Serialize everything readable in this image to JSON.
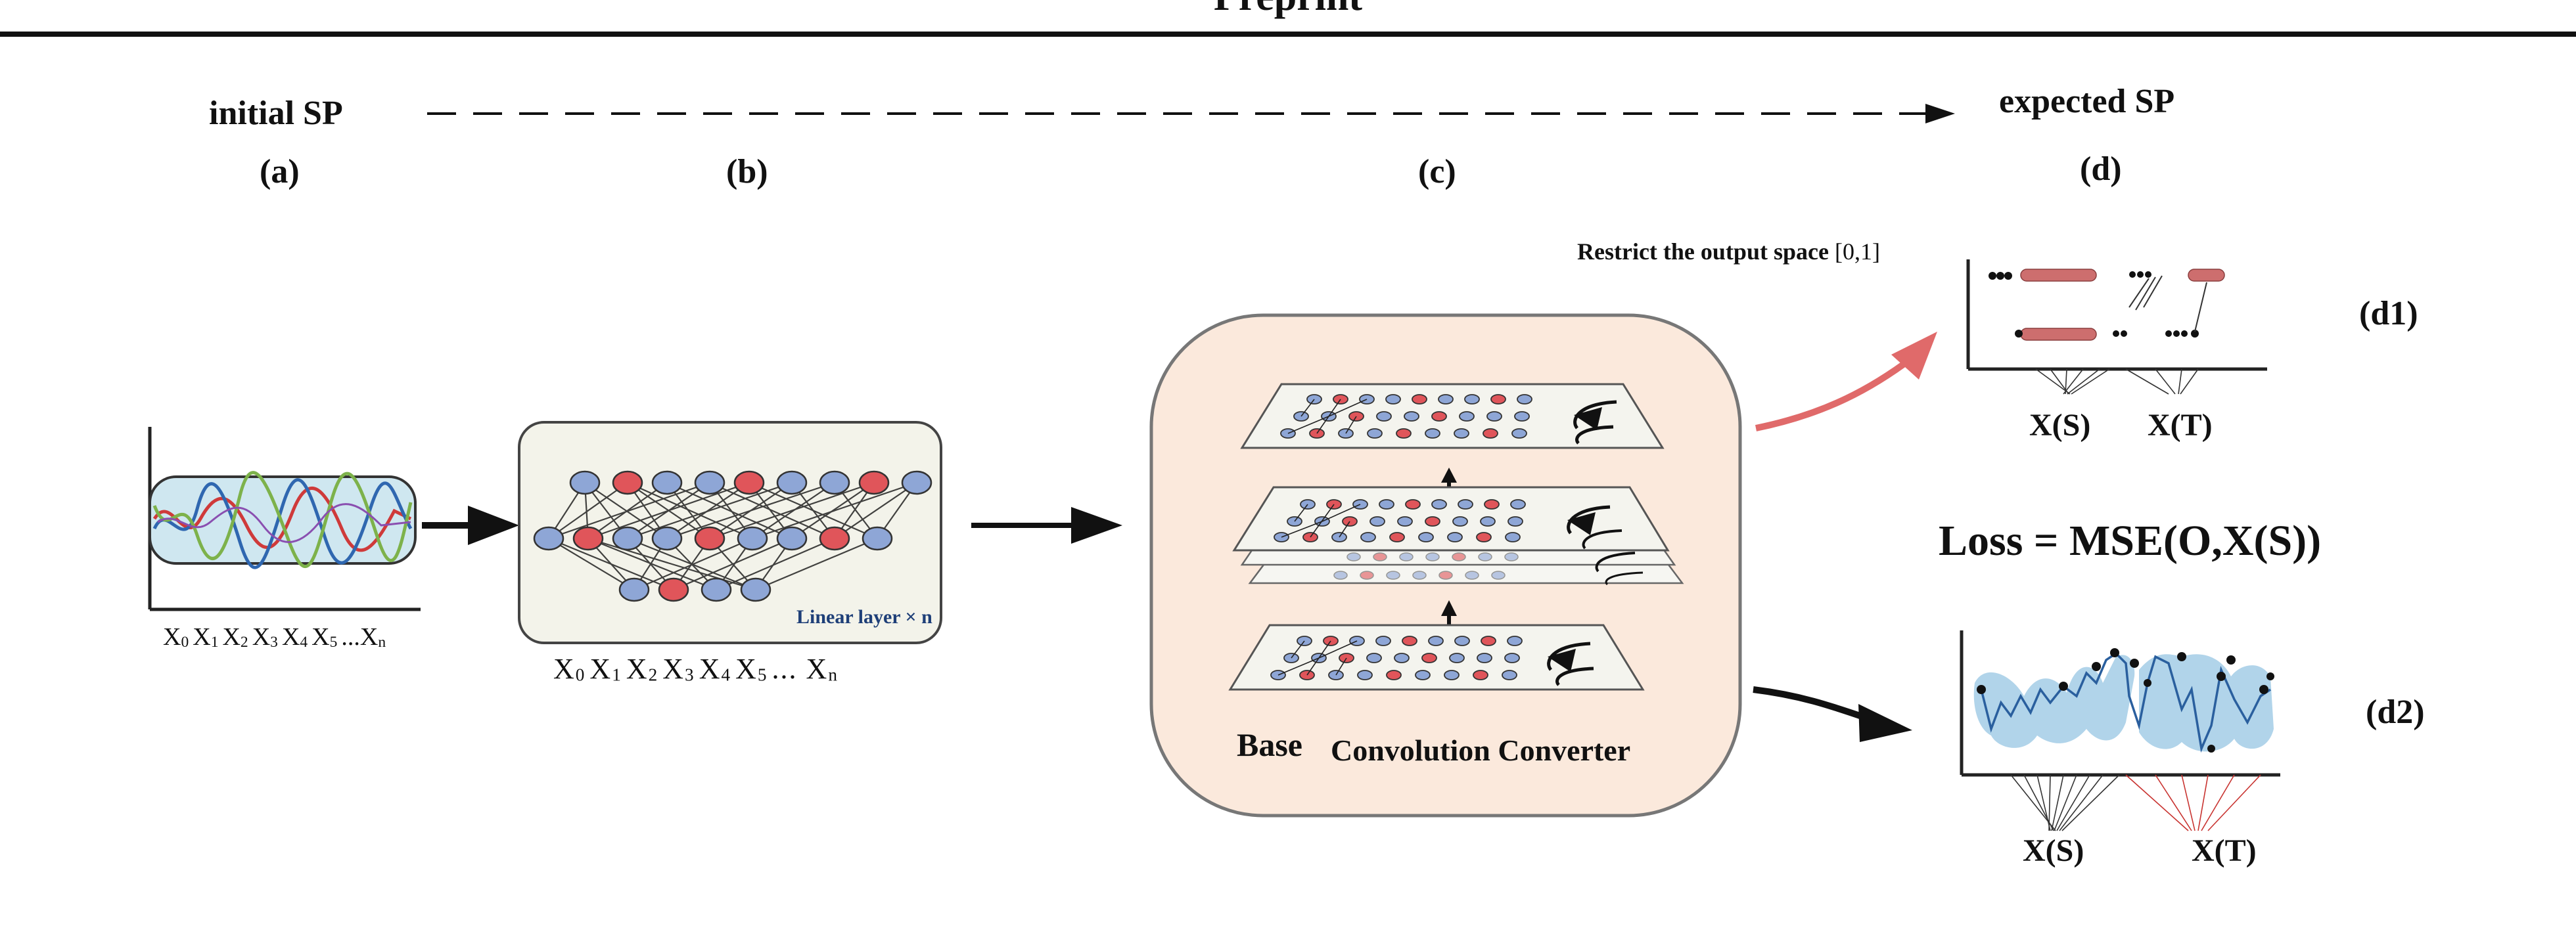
{
  "header": {
    "title": "Preprint"
  },
  "flow": {
    "start": "initial SP",
    "end": "expected SP"
  },
  "panels": {
    "a": "(a)",
    "b": "(b)",
    "c": "(c)",
    "d": "(d)"
  },
  "panel_a": {
    "sequence": [
      {
        "v": "X",
        "s": "0"
      },
      {
        "v": "X",
        "s": "1"
      },
      {
        "v": "X",
        "s": "2"
      },
      {
        "v": "X",
        "s": "3"
      },
      {
        "v": "X",
        "s": "4"
      },
      {
        "v": "X",
        "s": "5"
      },
      {
        "v": "...X",
        "s": "n"
      }
    ]
  },
  "panel_b": {
    "layer_label": "Linear layer × n",
    "sequence": [
      {
        "v": "X",
        "s": "0"
      },
      {
        "v": "X",
        "s": "1"
      },
      {
        "v": "X",
        "s": "2"
      },
      {
        "v": "X",
        "s": "3"
      },
      {
        "v": "X",
        "s": "4"
      },
      {
        "v": "X",
        "s": "5"
      },
      {
        "v": "... X",
        "s": "n"
      }
    ]
  },
  "panel_c": {
    "base_label": "Base",
    "converter_label": "Convolution Converter"
  },
  "panel_d": {
    "restrict_label": "Restrict the output space",
    "restrict_range": "[0,1]",
    "d1_label": "(d1)",
    "d2_label": "(d2)",
    "xs_label": "X(S)",
    "xt_label": "X(T)",
    "loss": "Loss = MSE(O,X(S))"
  },
  "colors": {
    "node_blue": "#8ea6d6",
    "node_red": "#e0555a",
    "bar_red": "#cd6e6e",
    "arrow_pink": "#e06a6a",
    "panel_c_bg": "#fbe9dc",
    "panel_b_bg": "#f3f3ea",
    "panel_a_bg": "#cfe7f0",
    "d2_fill": "#a9cfe8"
  }
}
